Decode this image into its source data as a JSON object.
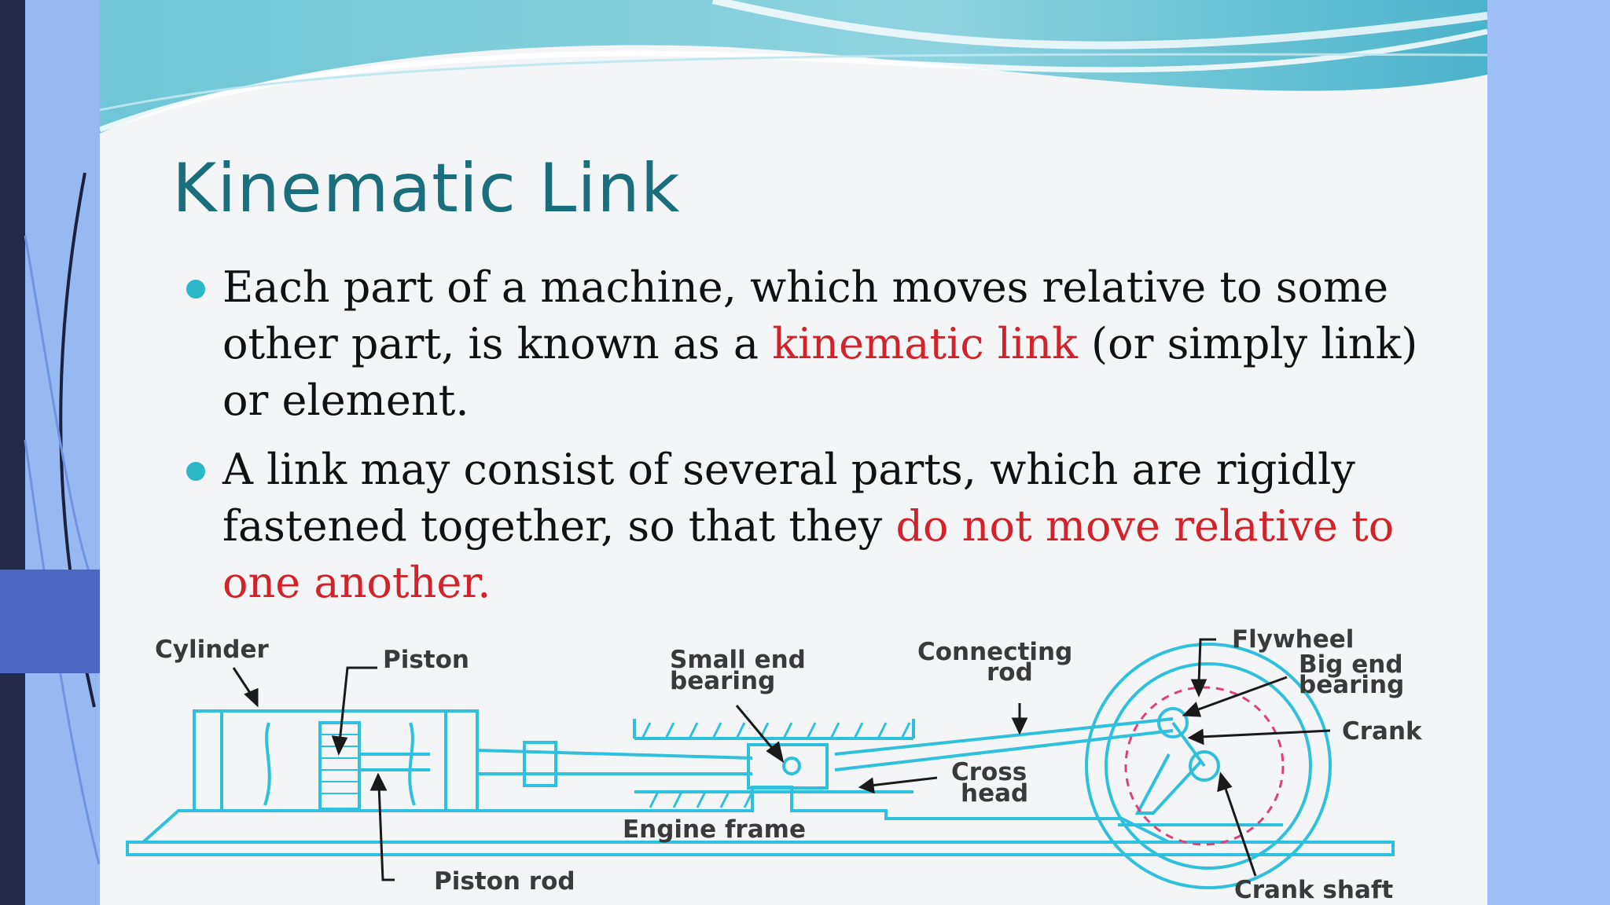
{
  "title": "Kinematic Link",
  "bullets": [
    {
      "text_before": "Each part of a machine, which moves relative to some other part, is known as a ",
      "highlight": "kinematic link",
      "text_after": " (or simply link) or element."
    },
    {
      "text_before": "A link may consist of several parts, which are rigidly fastened together, so that they ",
      "highlight": "do not move relative to one another.",
      "text_after": ""
    }
  ],
  "diagram": {
    "labels": {
      "cylinder": "Cylinder",
      "piston": "Piston",
      "small_end_bearing_1": "Small end",
      "small_end_bearing_2": "bearing",
      "connecting_rod_1": "Connecting",
      "connecting_rod_2": "rod",
      "flywheel": "Flywheel",
      "big_end_bearing_1": "Big end",
      "big_end_bearing_2": "bearing",
      "crank": "Crank",
      "cross_head_1": "Cross",
      "cross_head_2": "head",
      "engine_frame": "Engine frame",
      "piston_rod": "Piston rod",
      "crank_shaft": "Crank shaft"
    }
  },
  "colors": {
    "title": "#1a6f7d",
    "highlight": "#d2232a",
    "bullet_dot": "#2ab7c6",
    "diagram_line": "#2ec0dc",
    "crank_circle": "#e0407a"
  }
}
